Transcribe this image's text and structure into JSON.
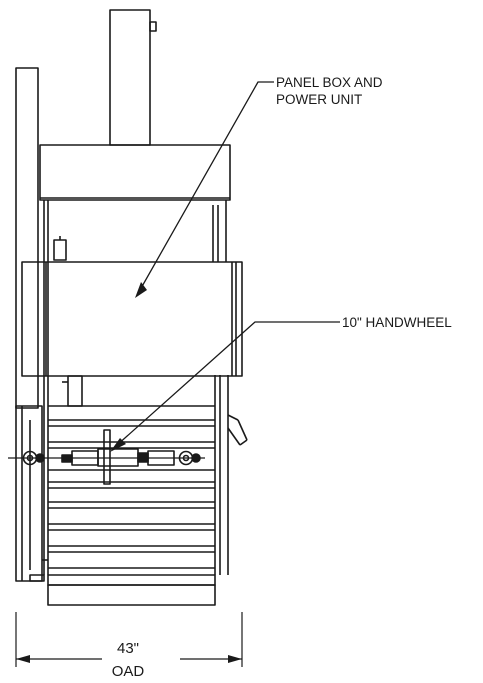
{
  "callouts": {
    "panel_box_line1": "PANEL BOX AND",
    "panel_box_line2": "POWER UNIT",
    "handwheel": "10\" HANDWHEEL"
  },
  "dimension": {
    "value": "43\"",
    "label": "OAD"
  }
}
